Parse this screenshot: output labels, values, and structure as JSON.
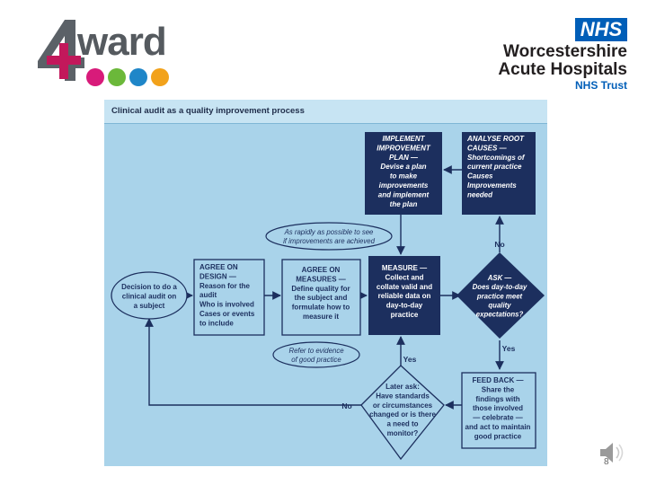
{
  "header": {
    "logo_mark": "4",
    "logo_word": "ward",
    "nhs_badge": "NHS",
    "trust_line1": "Worcestershire",
    "trust_line2": "Acute Hospitals",
    "trust_line3": "NHS Trust"
  },
  "panel": {
    "title": "Clinical audit as a quality improvement process"
  },
  "nodes": {
    "implement": [
      "IMPLEMENT",
      "IMPROVEMENT",
      "PLAN —",
      "Devise a plan",
      "to make",
      "improvements",
      "and implement",
      "the plan"
    ],
    "analyse": [
      "ANALYSE ROOT",
      "CAUSES —",
      "Shortcomings of",
      "current practice",
      "Causes",
      "Improvements",
      "needed"
    ],
    "rapid": [
      "As rapidly as possible to see",
      "if improvements are achieved"
    ],
    "decision": [
      "Decision to do a",
      "clinical audit on",
      "a subject"
    ],
    "design": [
      "AGREE ON",
      "DESIGN —",
      "Reason for the",
      "audit",
      "Who is involved",
      "Cases or events",
      "to include"
    ],
    "measures": [
      "AGREE ON",
      "MEASURES —",
      "Define quality for",
      "the subject and",
      "formulate how to",
      "measure it"
    ],
    "measure": [
      "MEASURE —",
      "Collect and",
      "collate valid and",
      "reliable data on",
      "day-to-day",
      "practice"
    ],
    "ask": [
      "ASK —",
      "Does day-to-day",
      "practice meet",
      "quality",
      "expectations?"
    ],
    "evidence": [
      "Refer to evidence",
      "of good practice"
    ],
    "later": [
      "Later ask:",
      "Have standards",
      "or circumstances",
      "changed or is there",
      "a need to",
      "monitor?"
    ],
    "feedback": [
      "FEED BACK —",
      "Share the",
      "findings with",
      "those involved",
      "— celebrate —",
      "and act to maintain",
      "good practice"
    ]
  },
  "labels": {
    "no_top": "No",
    "yes_right": "Yes",
    "yes_mid": "Yes",
    "no_bottom": "No"
  },
  "footer": {
    "slide_number": "8"
  },
  "colors": {
    "navy": "#1c2f5e",
    "panel": "#a9d3ea",
    "nhs_blue": "#005eb8"
  }
}
